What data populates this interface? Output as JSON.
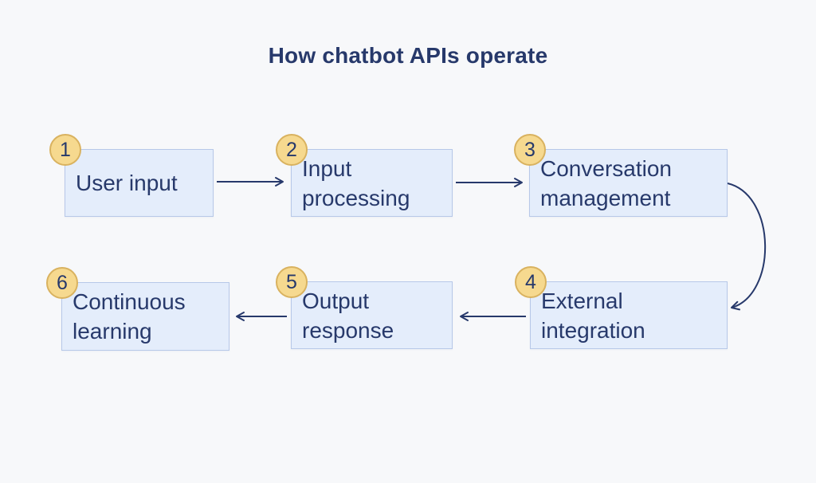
{
  "title": "How chatbot APIs operate",
  "colors": {
    "background": "#f7f8fa",
    "box_fill": "#e4edfb",
    "box_border": "#b7c8e8",
    "badge_fill": "#f6d98f",
    "badge_border": "#d9b25f",
    "navy": "#27396b"
  },
  "steps": [
    {
      "number": "1",
      "label": "User input"
    },
    {
      "number": "2",
      "label": "Input\nprocessing"
    },
    {
      "number": "3",
      "label": "Conversation\nmanagement"
    },
    {
      "number": "4",
      "label": "External\nintegration"
    },
    {
      "number": "5",
      "label": "Output\nresponse"
    },
    {
      "number": "6",
      "label": "Continuous\nlearning"
    }
  ],
  "flow": {
    "connections": [
      "step1-to-step2",
      "step2-to-step3",
      "step3-to-step4-curve",
      "step4-to-step5",
      "step5-to-step6"
    ]
  }
}
